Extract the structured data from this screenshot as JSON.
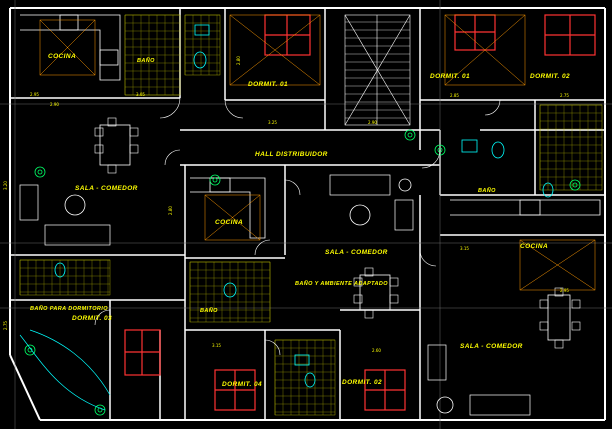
{
  "room_labels": {
    "cocina_1": "COCINA",
    "bano_1": "BAÑO",
    "dormit_01": "DORMIT. 01",
    "dormit_01b": "DORMIT. 01",
    "dormit_02": "DORMIT. 02",
    "sala_comedor_1": "SALA - COMEDOR",
    "hall_distribuidor": "HALL DISTRIBUIDOR",
    "cocina_2": "COCINA",
    "sala_comedor_2": "SALA - COMEDOR",
    "cocina_3": "COCINA",
    "bano_2": "BAÑO",
    "bano_dormit_apto": "BAÑO Y AMBIENTE ADAPTADO",
    "servicio_bano": "BAÑO PARA DORMITORIO",
    "dormit_03": "DORMIT. 03",
    "dormit_04": "DORMIT. 04",
    "dormit_05": "DORMIT. 02",
    "sala_comedor_3": "SALA - COMEDOR",
    "bano_3": "BAÑO"
  },
  "dimensions": {
    "d1": "2.95",
    "d2": "3.05",
    "d3": "2.80",
    "d4": "2.85",
    "d5": "2.75",
    "d6": "3.25",
    "d7": "2.90",
    "d8": "2.80",
    "d9": "3.15",
    "d10": "2.95",
    "d11": "3.15",
    "d12": "2.60",
    "d13": "2.90",
    "d14": "3.20",
    "d15": "2.75"
  },
  "colors": {
    "background": "#000000",
    "wall": "#ffffff",
    "label": "#ffff00",
    "furniture": "#ff3333",
    "fixture": "#00ffff",
    "tile": "#c8c800",
    "hatch": "#ff9900",
    "plant": "#00ff66"
  }
}
